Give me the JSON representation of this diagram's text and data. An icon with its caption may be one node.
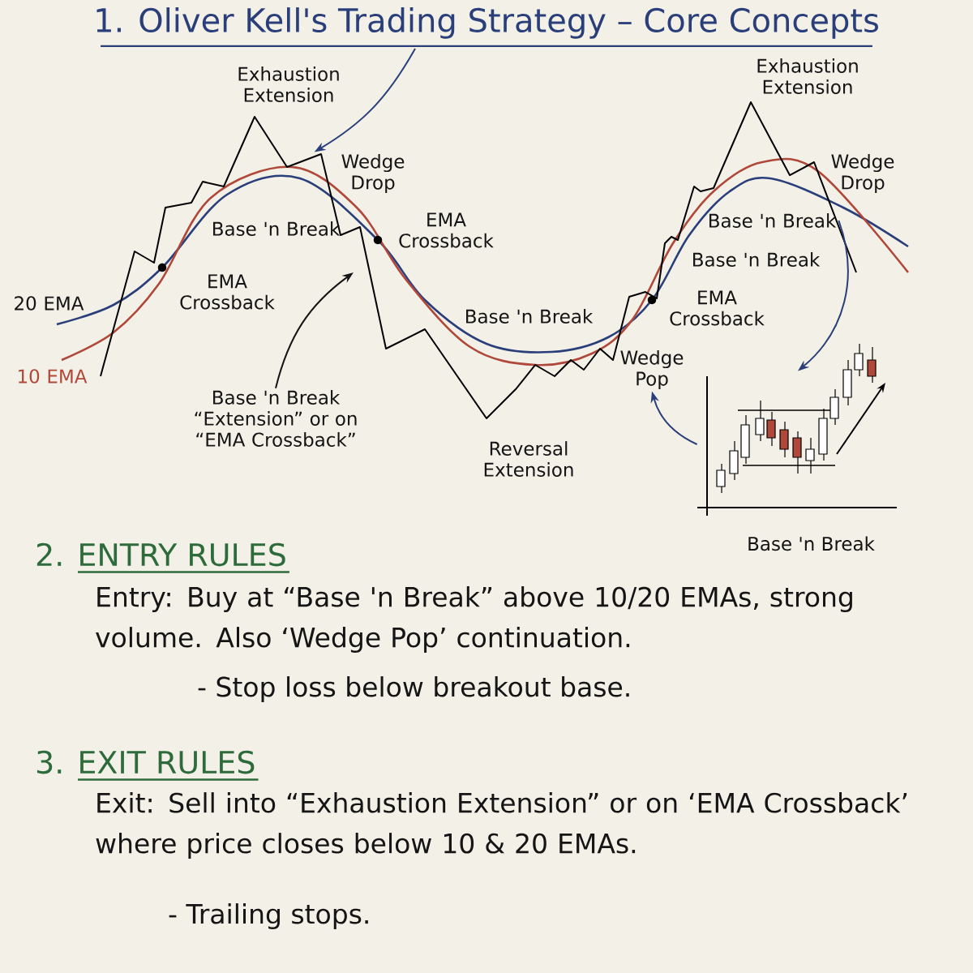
{
  "diagram": {
    "title": "1. Oliver Kell's Trading Strategy – Core Concepts",
    "nodes": [
      {
        "text": [
          "Wedge Drop"
        ]
      },
      {
        "text": [
          "Base 'n Break “Extension” or on “EMA Crossback”"
        ]
      },
      {
        "text": [
          "Wedge Pop"
        ]
      },
      {
        "text": [
          "Base 'n Break"
        ]
      },
      {
        "text": [],
        "shape": "picture",
        "beside": [
          "Base 'n Break"
        ]
      }
    ],
    "edges": [
      {
        "from": null,
        "to": 0,
        "arrow": "to"
      },
      {
        "from": 1,
        "to": null,
        "arrow": "to",
        "color": "#151515"
      },
      {
        "from": 3,
        "to": 4,
        "arrow": "to"
      },
      {
        "from": 4,
        "to": 2,
        "arrow": "to"
      }
    ],
    "labels": [
      "Exhaustion Extension",
      "Exhaustion Extension",
      "Wedge Drop",
      "Base 'n Break",
      "Base 'n Break",
      "EMA Crossback",
      "EMA Crossback",
      "20 EMA",
      "EMA Crossback",
      "Base 'n Break",
      "10 EMA",
      "Reversal Extension",
      "2. ENTRY RULES",
      "Entry: Buy at “Base 'n Break” above 10/20 EMAs, strong volume. Also ‘Wedge Pop’ continuation.",
      "- Stop loss below breakout base.",
      "3. EXIT RULES",
      "Exit: Sell into “Exhaustion Extension” or on ‘EMA Crossback’ where price closes below 10 & 20 EMAs.",
      "- Trailing stops."
    ]
  }
}
